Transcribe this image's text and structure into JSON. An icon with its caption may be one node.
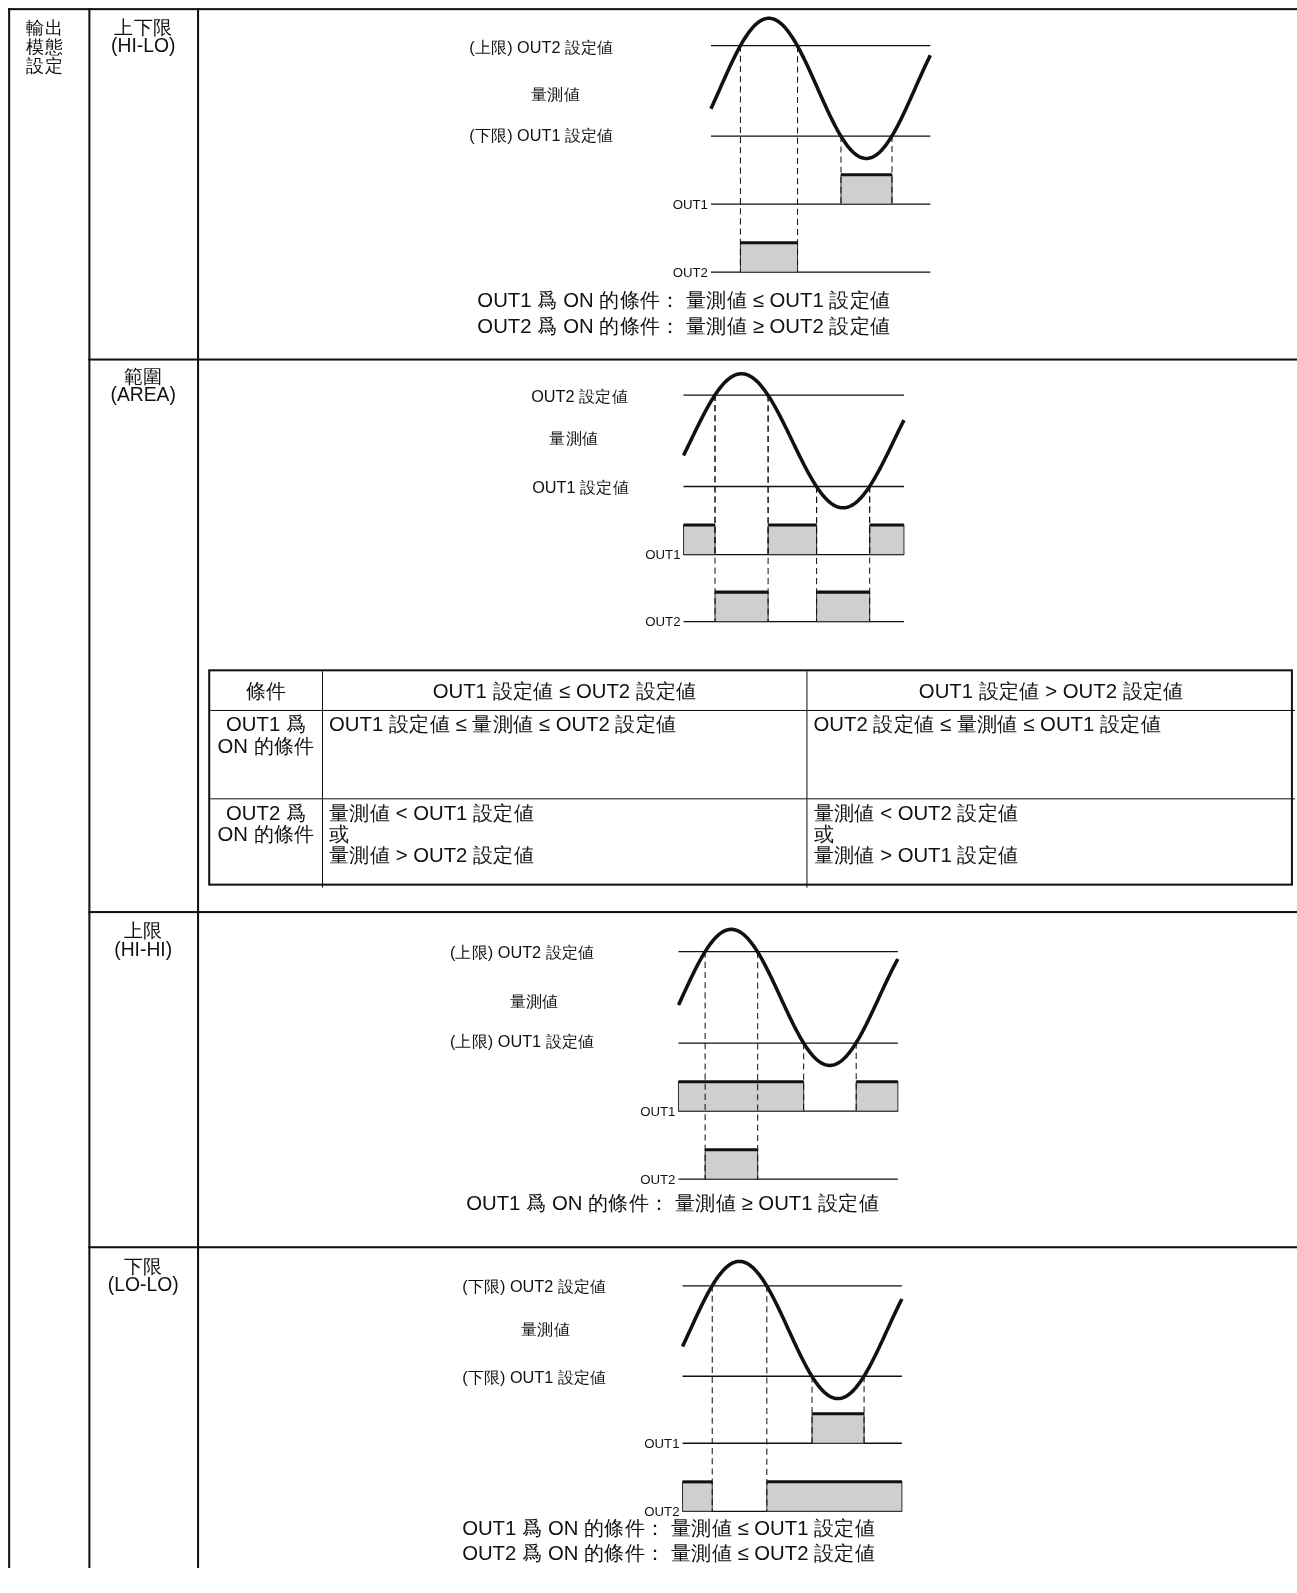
{
  "diagram": {
    "labels": [
      "輸出模態設定",
      "上下限",
      "(HI-LO)",
      "(上限) OUT2 設定値",
      "量測値",
      "(下限) OUT1 設定値",
      "OUT1",
      "OUT2",
      "OUT1 爲 ON 的條件： 量測値 ≤ OUT1 設定値",
      "OUT2 爲 ON 的條件： 量測値 ≥ OUT2 設定値",
      "範圍",
      "(AREA)",
      "OUT2 設定値",
      "量測値",
      "OUT1 設定値",
      "OUT1",
      "OUT2",
      "條件",
      "OUT1 設定値 ≤ OUT2 設定値",
      "OUT1 設定値 > OUT2 設定値",
      "OUT1 爲 ON 的條件",
      "OUT1 設定値 ≤ 量測値 ≤ OUT2 設定値",
      "OUT2 設定値 ≤ 量測値 ≤ OUT1 設定値",
      "OUT2 爲 ON 的條件",
      "量測値 < OUT1 設定値",
      "或",
      "量測値 > OUT2 設定値",
      "量測値 < OUT2 設定値",
      "或",
      "量測値 > OUT1 設定値",
      "上限",
      "(HI-HI)",
      "(上限) OUT2 設定値",
      "量測値",
      "(上限) OUT1 設定値",
      "OUT1",
      "OUT2",
      "OUT1 爲 ON 的條件： 量測値 ≥ OUT1 設定値",
      "下限",
      "(LO-LO)",
      "(下限) OUT2 設定値",
      "量測値",
      "(下限) OUT1 設定値",
      "OUT1",
      "OUT2",
      "OUT1 爲 ON 的條件： 量測値 ≤ OUT1 設定値",
      "OUT2 爲 ON 的條件： 量測値 ≤ OUT2 設定値"
    ]
  }
}
